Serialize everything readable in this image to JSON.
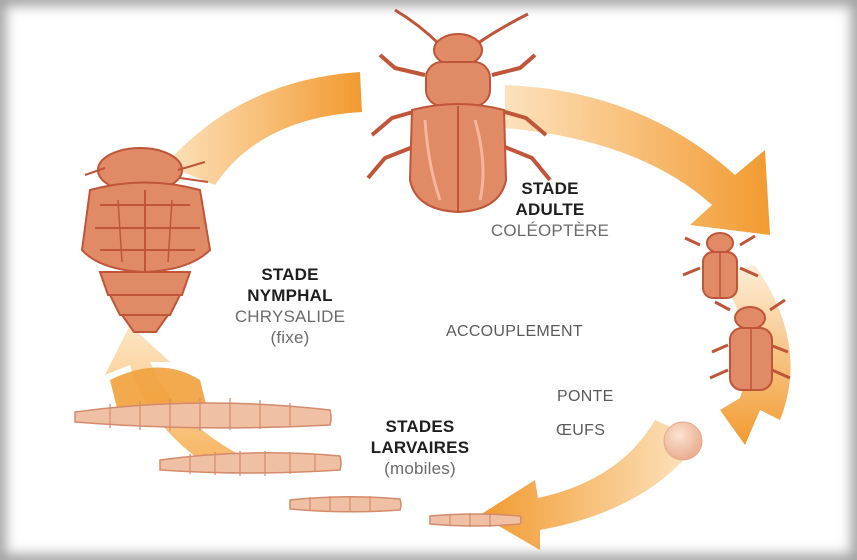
{
  "colors": {
    "arrow": "#f2a13c",
    "arrow_light": "#fde9cc",
    "insect_fill": "#e08a66",
    "insect_dark": "#c0553a",
    "egg": "#f1c6a8",
    "larva": "#f0c0a4"
  },
  "stages": {
    "adult": {
      "line1": "STADE",
      "line2": "ADULTE",
      "line3": "COLÉOPTÈRE"
    },
    "nymph": {
      "line1": "STADE",
      "line2": "NYMPHAL",
      "line3": "CHRYSALIDE",
      "line4": "(fixe)"
    },
    "larval": {
      "line1": "STADES",
      "line2": "LARVAIRES",
      "line3": "(mobiles)"
    }
  },
  "events": {
    "mating": "ACCOUPLEMENT",
    "laying": "PONTE",
    "eggs": "ŒUFS"
  }
}
